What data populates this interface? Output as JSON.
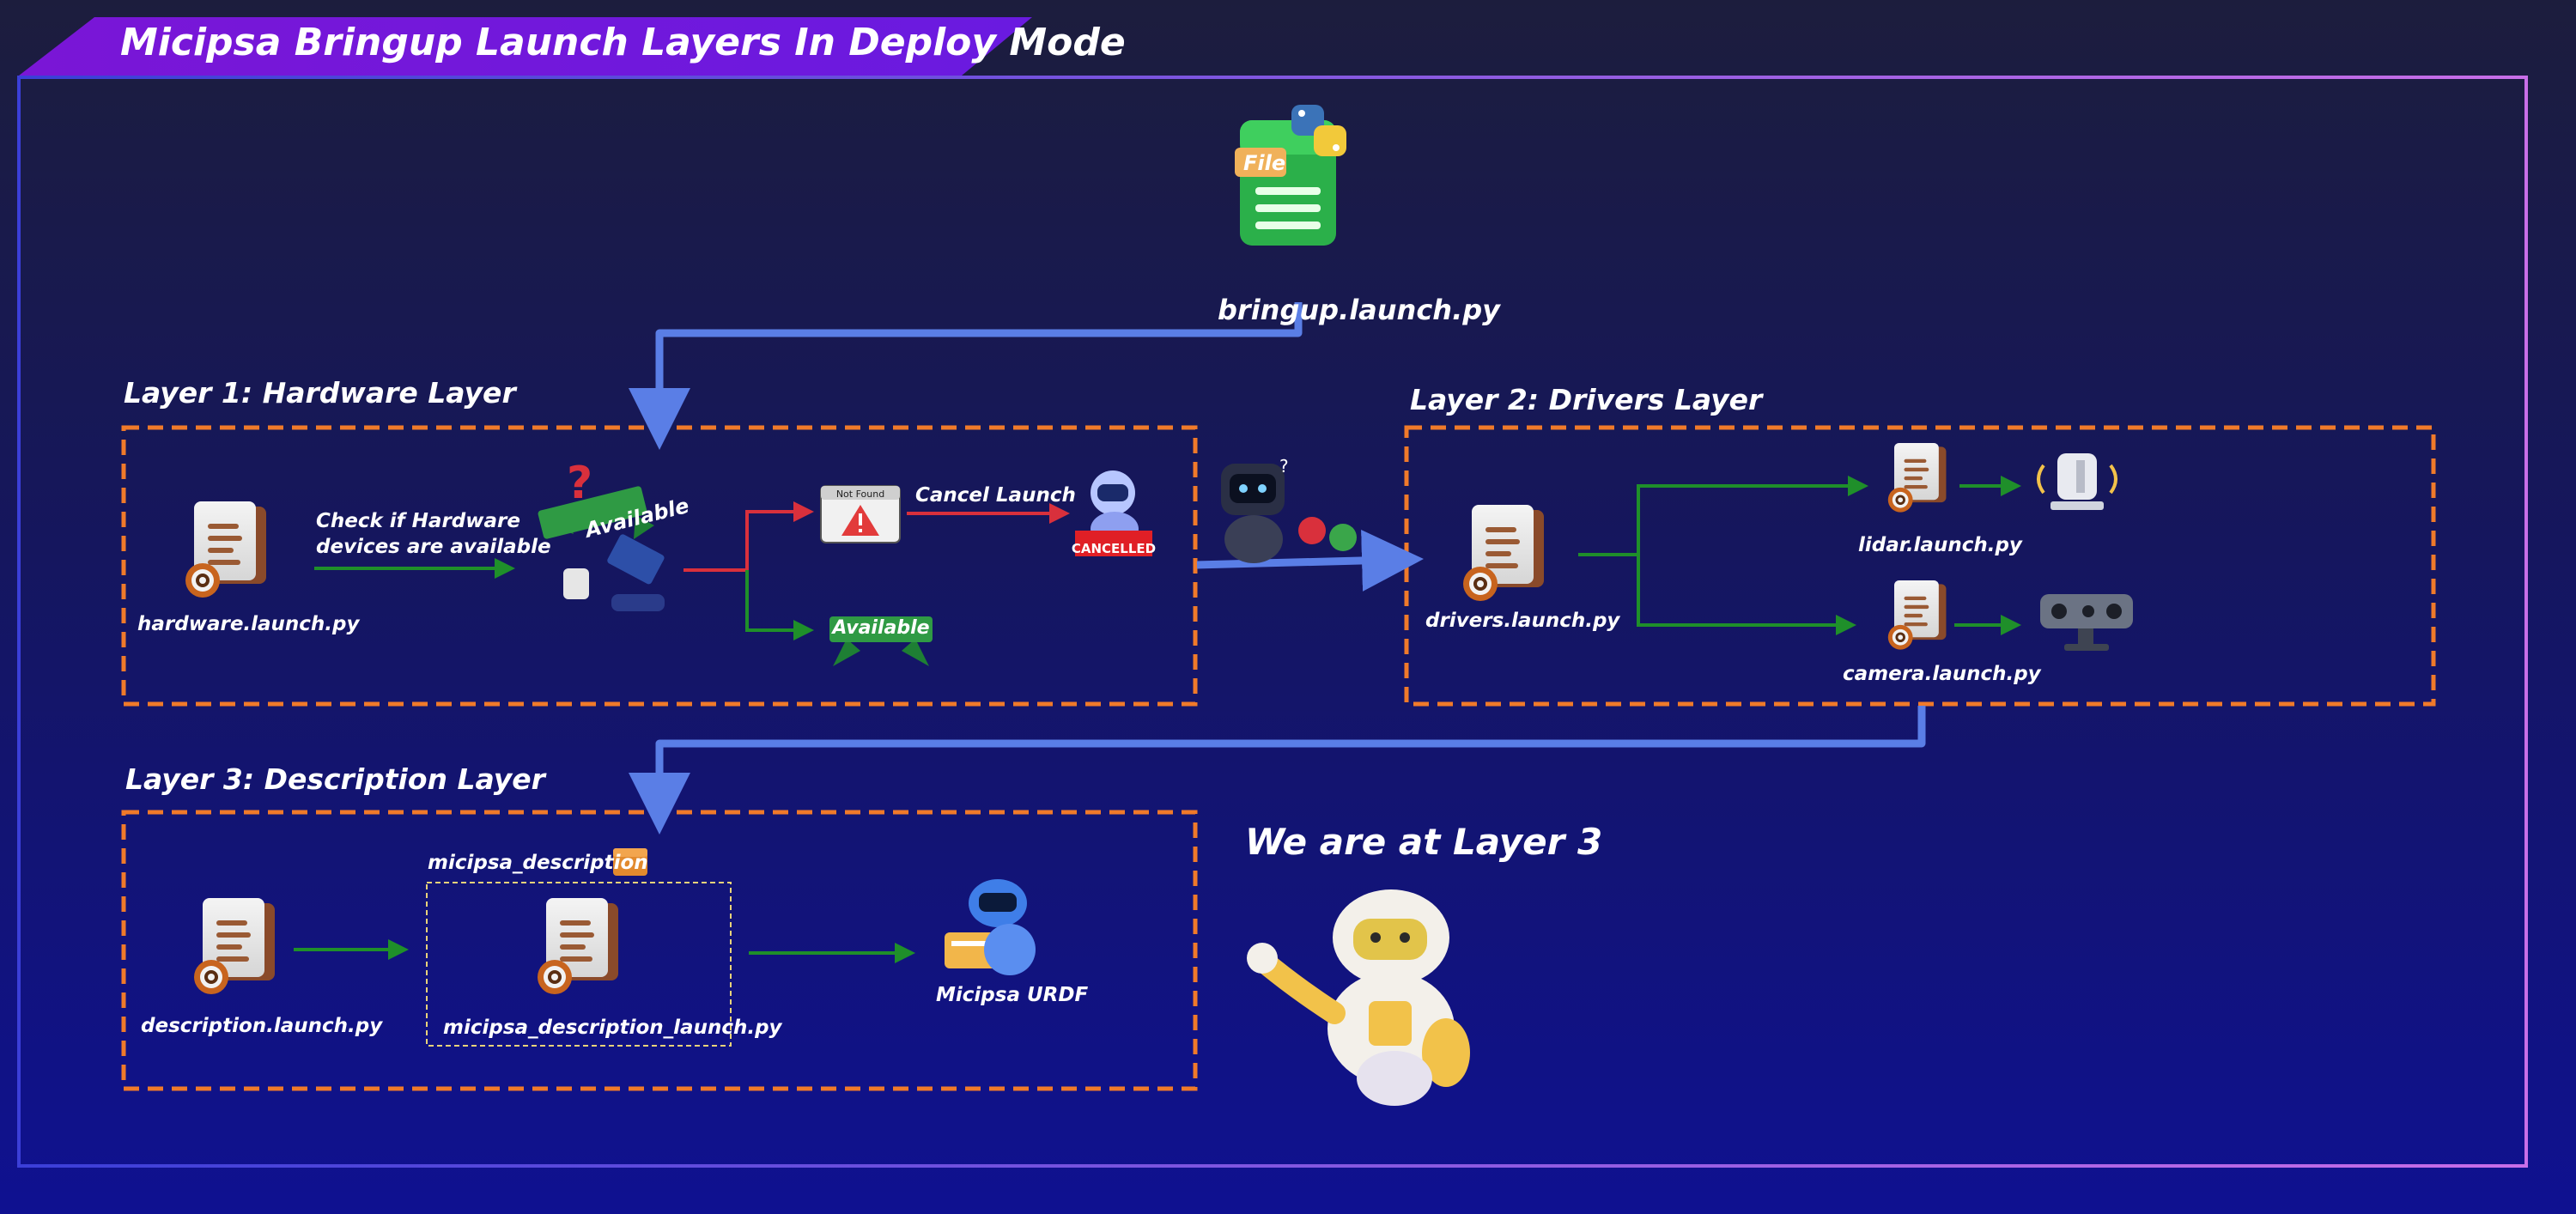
{
  "title": "Micipsa Bringup Launch Layers In Deploy Mode",
  "bringup": {
    "file_label": "bringup.launch.py",
    "file_tag": "File"
  },
  "layer1": {
    "label": "Layer 1: Hardware Layer",
    "file_label": "hardware.launch.py",
    "check_text_line1": "Check if Hardware",
    "check_text_line2": "devices are available",
    "available_tag": "Available",
    "question_mark": "?",
    "not_found_label": "Not Found",
    "cancel_label": "Cancel Launch",
    "cancelled_badge": "CANCELLED",
    "available_result": "Available"
  },
  "layer2": {
    "label": "Layer 2: Drivers Layer",
    "file_label": "drivers.launch.py",
    "lidar_label": "lidar.launch.py",
    "camera_label": "camera.launch.py"
  },
  "layer3": {
    "label": "Layer 3: Description Layer",
    "file_label": "description.launch.py",
    "package_label": "micipsa_description",
    "package_file_label": "micipsa_description_launch.py",
    "urdf_label": "Micipsa URDF"
  },
  "status": {
    "current_layer": "We are at Layer 3"
  },
  "colors": {
    "frame_start": "#3b3fd8",
    "frame_end": "#c86ee8",
    "layer_border": "#f07a2a",
    "flow_arrow": "#5a7ee6",
    "ok_arrow": "#1f8f2a",
    "fail_arrow": "#d9303c",
    "banner": "#7a16d6",
    "package_border": "#e8d27a"
  }
}
